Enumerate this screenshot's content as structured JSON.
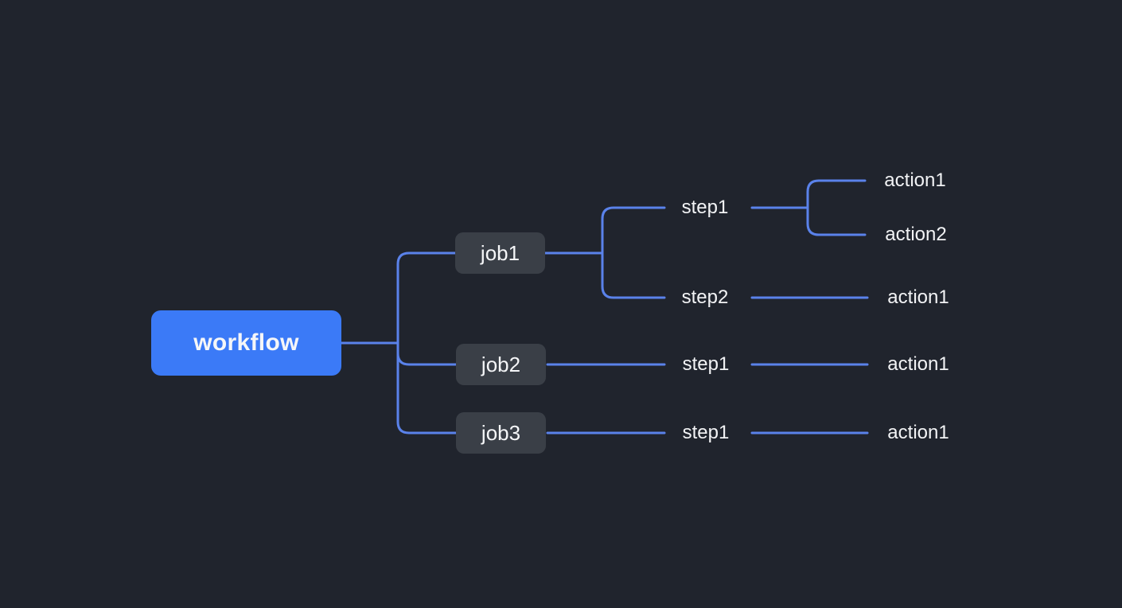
{
  "app": {
    "background": "#20242d"
  },
  "palette": {
    "accent_blue": "#3b7af7",
    "node_gray": "#3a3f47",
    "line_blue": "#5a82ea",
    "text_white": "#f5f6f8"
  },
  "tree": {
    "root": {
      "label": "workflow"
    },
    "jobs": [
      {
        "label": "job1",
        "steps": [
          {
            "label": "step1",
            "actions": [
              "action1",
              "action2"
            ]
          },
          {
            "label": "step2",
            "actions": [
              "action1"
            ]
          }
        ]
      },
      {
        "label": "job2",
        "steps": [
          {
            "label": "step1",
            "actions": [
              "action1"
            ]
          }
        ]
      },
      {
        "label": "job3",
        "steps": [
          {
            "label": "step1",
            "actions": [
              "action1"
            ]
          }
        ]
      }
    ]
  }
}
